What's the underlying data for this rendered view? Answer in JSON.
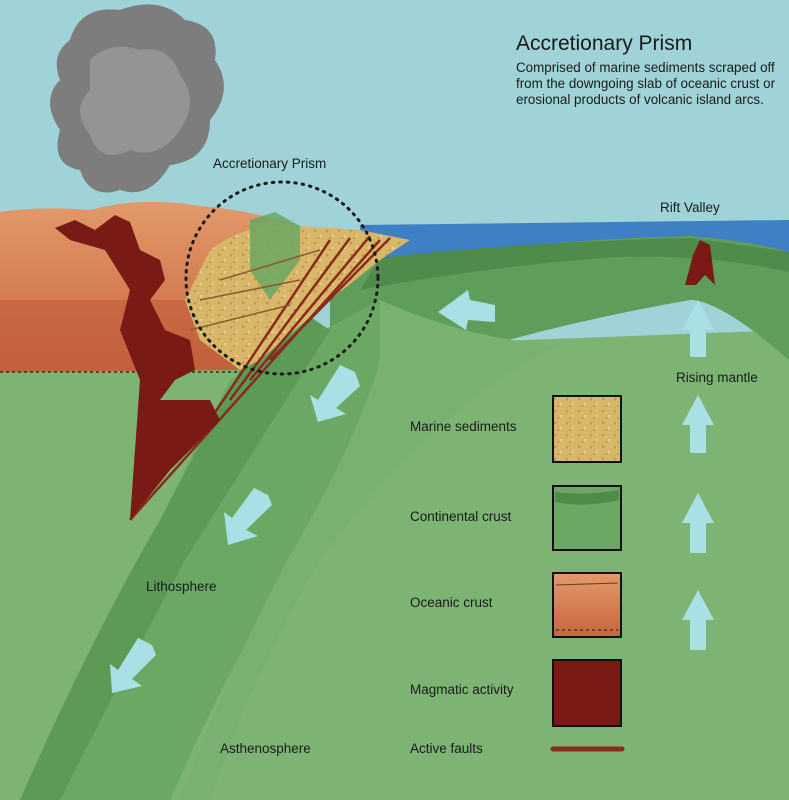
{
  "title": "Accretionary Prism",
  "description": "Comprised of marine sediments scraped off from the downgoing slab of oceanic crust or erosional products of volcanic island arcs.",
  "labels": {
    "accretionary_prism": "Accretionary Prism",
    "rift_valley": "Rift Valley",
    "rising_mantle": "Rising mantle",
    "lithosphere": "Lithosphere",
    "asthenosphere": "Asthenosphere"
  },
  "legend": [
    {
      "label": "Marine sediments",
      "swatch": "marine-sediments"
    },
    {
      "label": "Continental crust",
      "swatch": "continental-crust"
    },
    {
      "label": "Oceanic crust",
      "swatch": "oceanic-crust"
    },
    {
      "label": "Magmatic activity",
      "swatch": "magmatic-activity"
    },
    {
      "label": "Active faults",
      "swatch": "active-faults"
    }
  ],
  "colors": {
    "sky": "#9fd3d8",
    "mantle_green": "#7db474",
    "slab_green": "#6aa863",
    "dark_green": "#4f8c4c",
    "sediment_tan": "#d9b76a",
    "oceanic_orange": "#d9855c",
    "magma_red": "#7a1a15",
    "fault_red": "#8a2a1a",
    "ocean_blue": "#3f7fc4",
    "arrow_blue": "#a9e0e6",
    "smoke_gray": "#8a8a8a"
  }
}
